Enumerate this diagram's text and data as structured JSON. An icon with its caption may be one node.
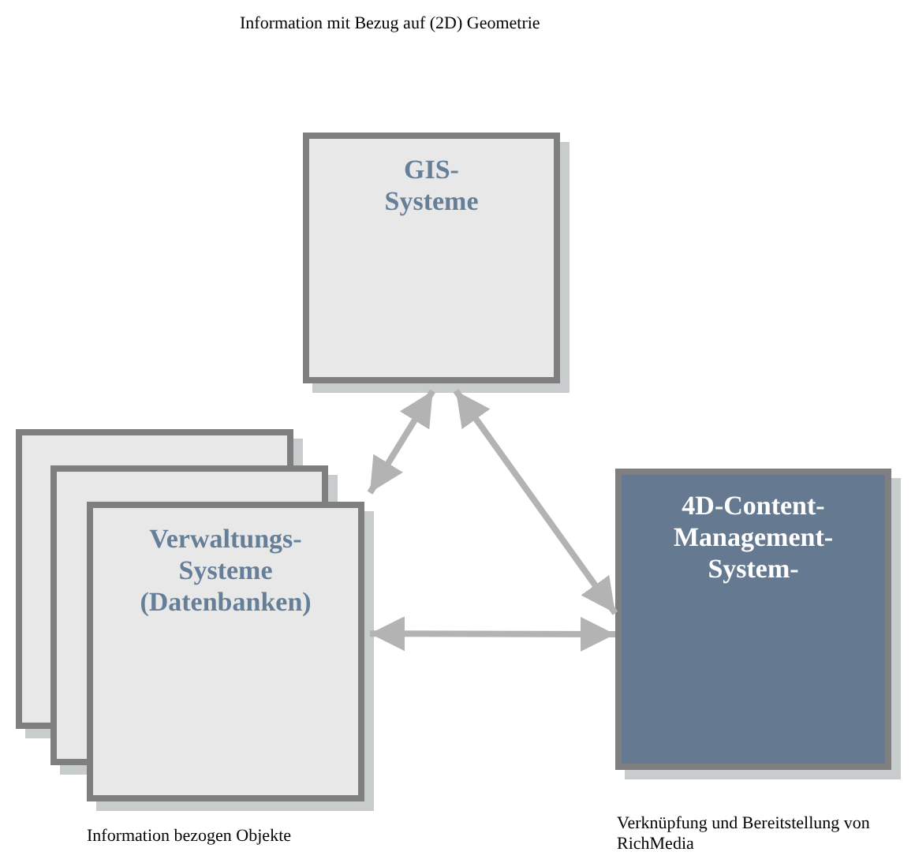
{
  "diagram": {
    "nodes": [
      {
        "text": [
          "GIS- Systeme"
        ]
      },
      {
        "text": [
          "Verwaltungs- Systeme (Datenbanken)"
        ],
        "beside": [
          "Information bezogen Objekte"
        ]
      },
      {
        "text": [
          "4D-Content- Management- System-"
        ],
        "beside": [
          "Verknüpfung und Bereitstellung von RichMedia"
        ]
      }
    ],
    "edges": [
      {
        "from": 0,
        "to": 1,
        "arrow": "both"
      },
      {
        "from": 0,
        "to": 2,
        "arrow": "both"
      },
      {
        "from": 1,
        "to": 2,
        "arrow": "both"
      }
    ],
    "labels": [
      "Information mit Bezug auf (2D) Geometrie"
    ]
  }
}
